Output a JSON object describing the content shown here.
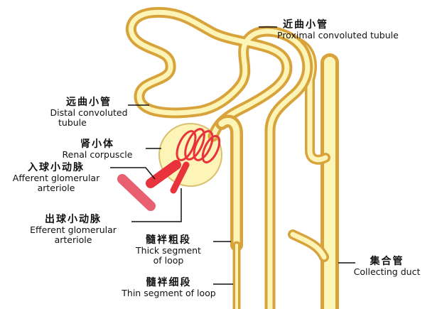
{
  "labels": {
    "proximal": {
      "cn": "近曲小管",
      "en": "Proximal convoluted tubule"
    },
    "distal": {
      "cn": "远曲小管",
      "en": "Distal convoluted",
      "en2": "tubule"
    },
    "corpuscle": {
      "cn": "肾小体",
      "en": "Renal corpuscle"
    },
    "afferent": {
      "cn": "入球小动脉",
      "en": "Afferent glomerular",
      "en2": "arteriole"
    },
    "efferent": {
      "cn": "出球小动脉",
      "en": "Efferent glomerular",
      "en2": "arteriole"
    },
    "thick": {
      "cn": "髓袢粗段",
      "en": "Thick segment",
      "en2": "of loop"
    },
    "thin": {
      "cn": "髓袢细段",
      "en": "Thin segment of loop"
    },
    "collecting": {
      "cn": "集合管",
      "en": "Collecting duct"
    }
  },
  "colors": {
    "tube_wall": "#d9a33c",
    "tube_fill": "#fdf4b8",
    "vessel": "#e8323c",
    "vessel_light": "#f08a8a"
  }
}
